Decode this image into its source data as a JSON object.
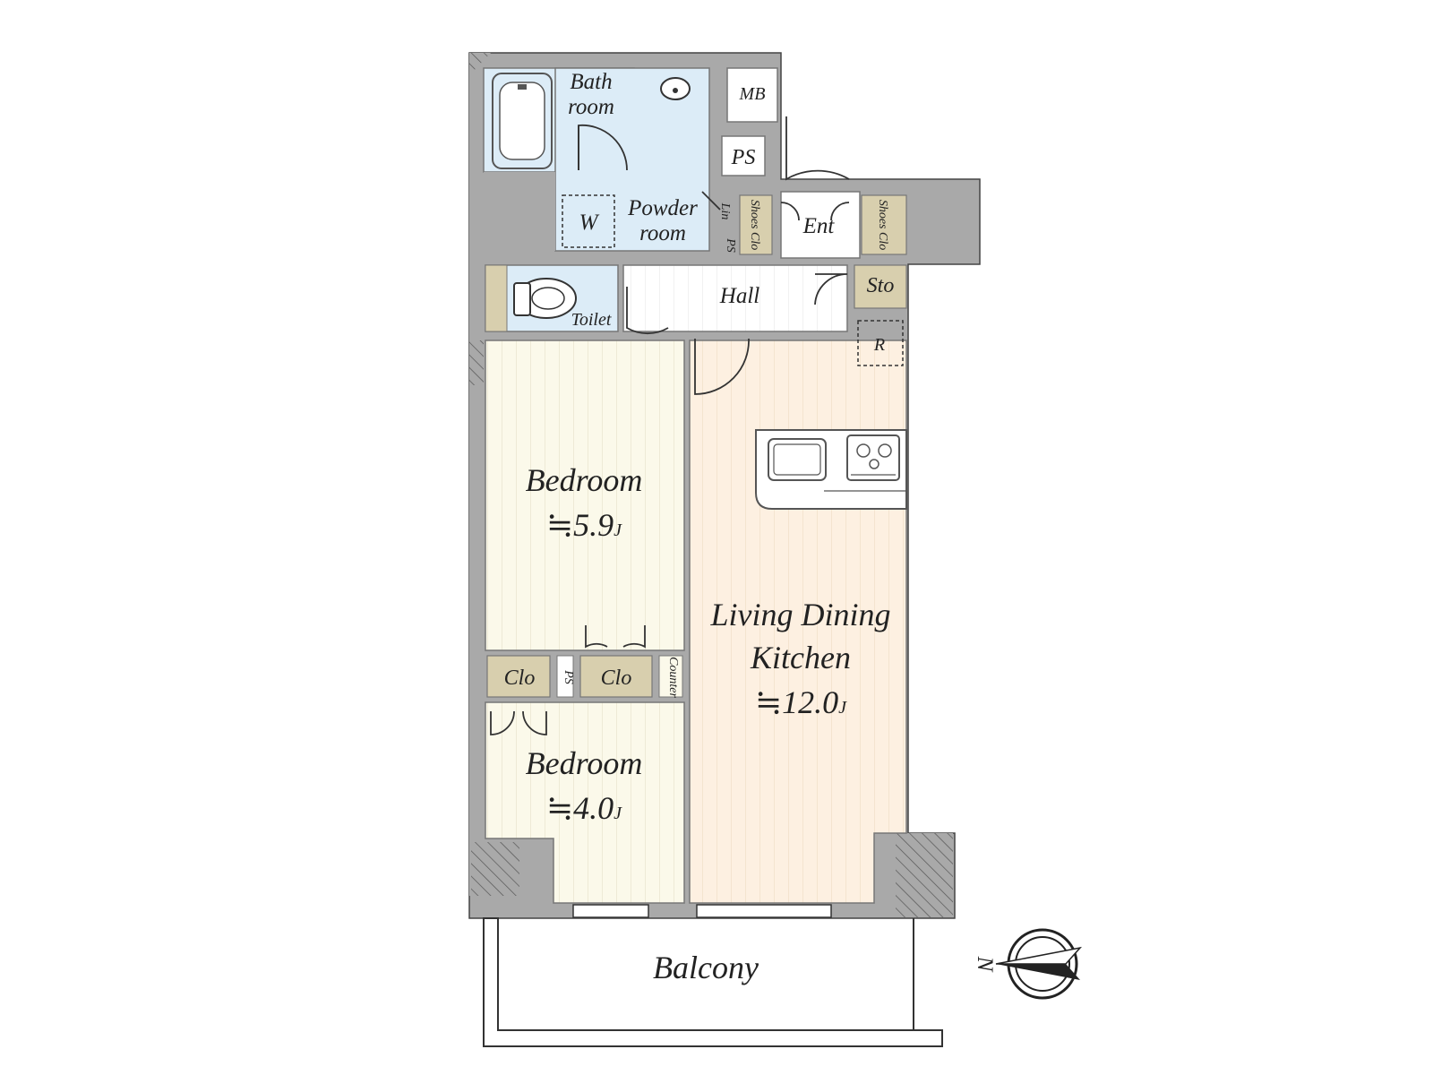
{
  "floorplan": {
    "rooms": {
      "bath": {
        "line1": "Bath",
        "line2": "room"
      },
      "washer": "W",
      "powder": {
        "line1": "Powder",
        "line2": "room"
      },
      "mb": "MB",
      "ps_top": "PS",
      "linen": "Lin",
      "ps_small": "PS",
      "shoes_closet_left": "Shoes Clo",
      "entrance": "Ent",
      "shoes_closet_right": "Shoes Clo",
      "toilet": "Toilet",
      "hall": "Hall",
      "storage": "Sto",
      "refrigerator": "R",
      "bedroom1": {
        "name": "Bedroom",
        "size": "≒5.9",
        "unit": "J"
      },
      "closet_left": "Clo",
      "ps_mid": "PS",
      "closet_mid": "Clo",
      "counter": "Counter",
      "bedroom2": {
        "name": "Bedroom",
        "size": "≒4.0",
        "unit": "J"
      },
      "ldk": {
        "line1": "Living Dining",
        "line2": "Kitchen",
        "size": "≒12.0",
        "unit": "J"
      },
      "balcony": "Balcony"
    },
    "compass": {
      "label": "N"
    },
    "colors": {
      "wall": "#a9a9a9",
      "wet_area": "#dcecf7",
      "bedroom": "#fbf9ea",
      "ldk": "#fdf0e1",
      "closet": "#d8cfae",
      "hall": "#ffffff"
    }
  }
}
